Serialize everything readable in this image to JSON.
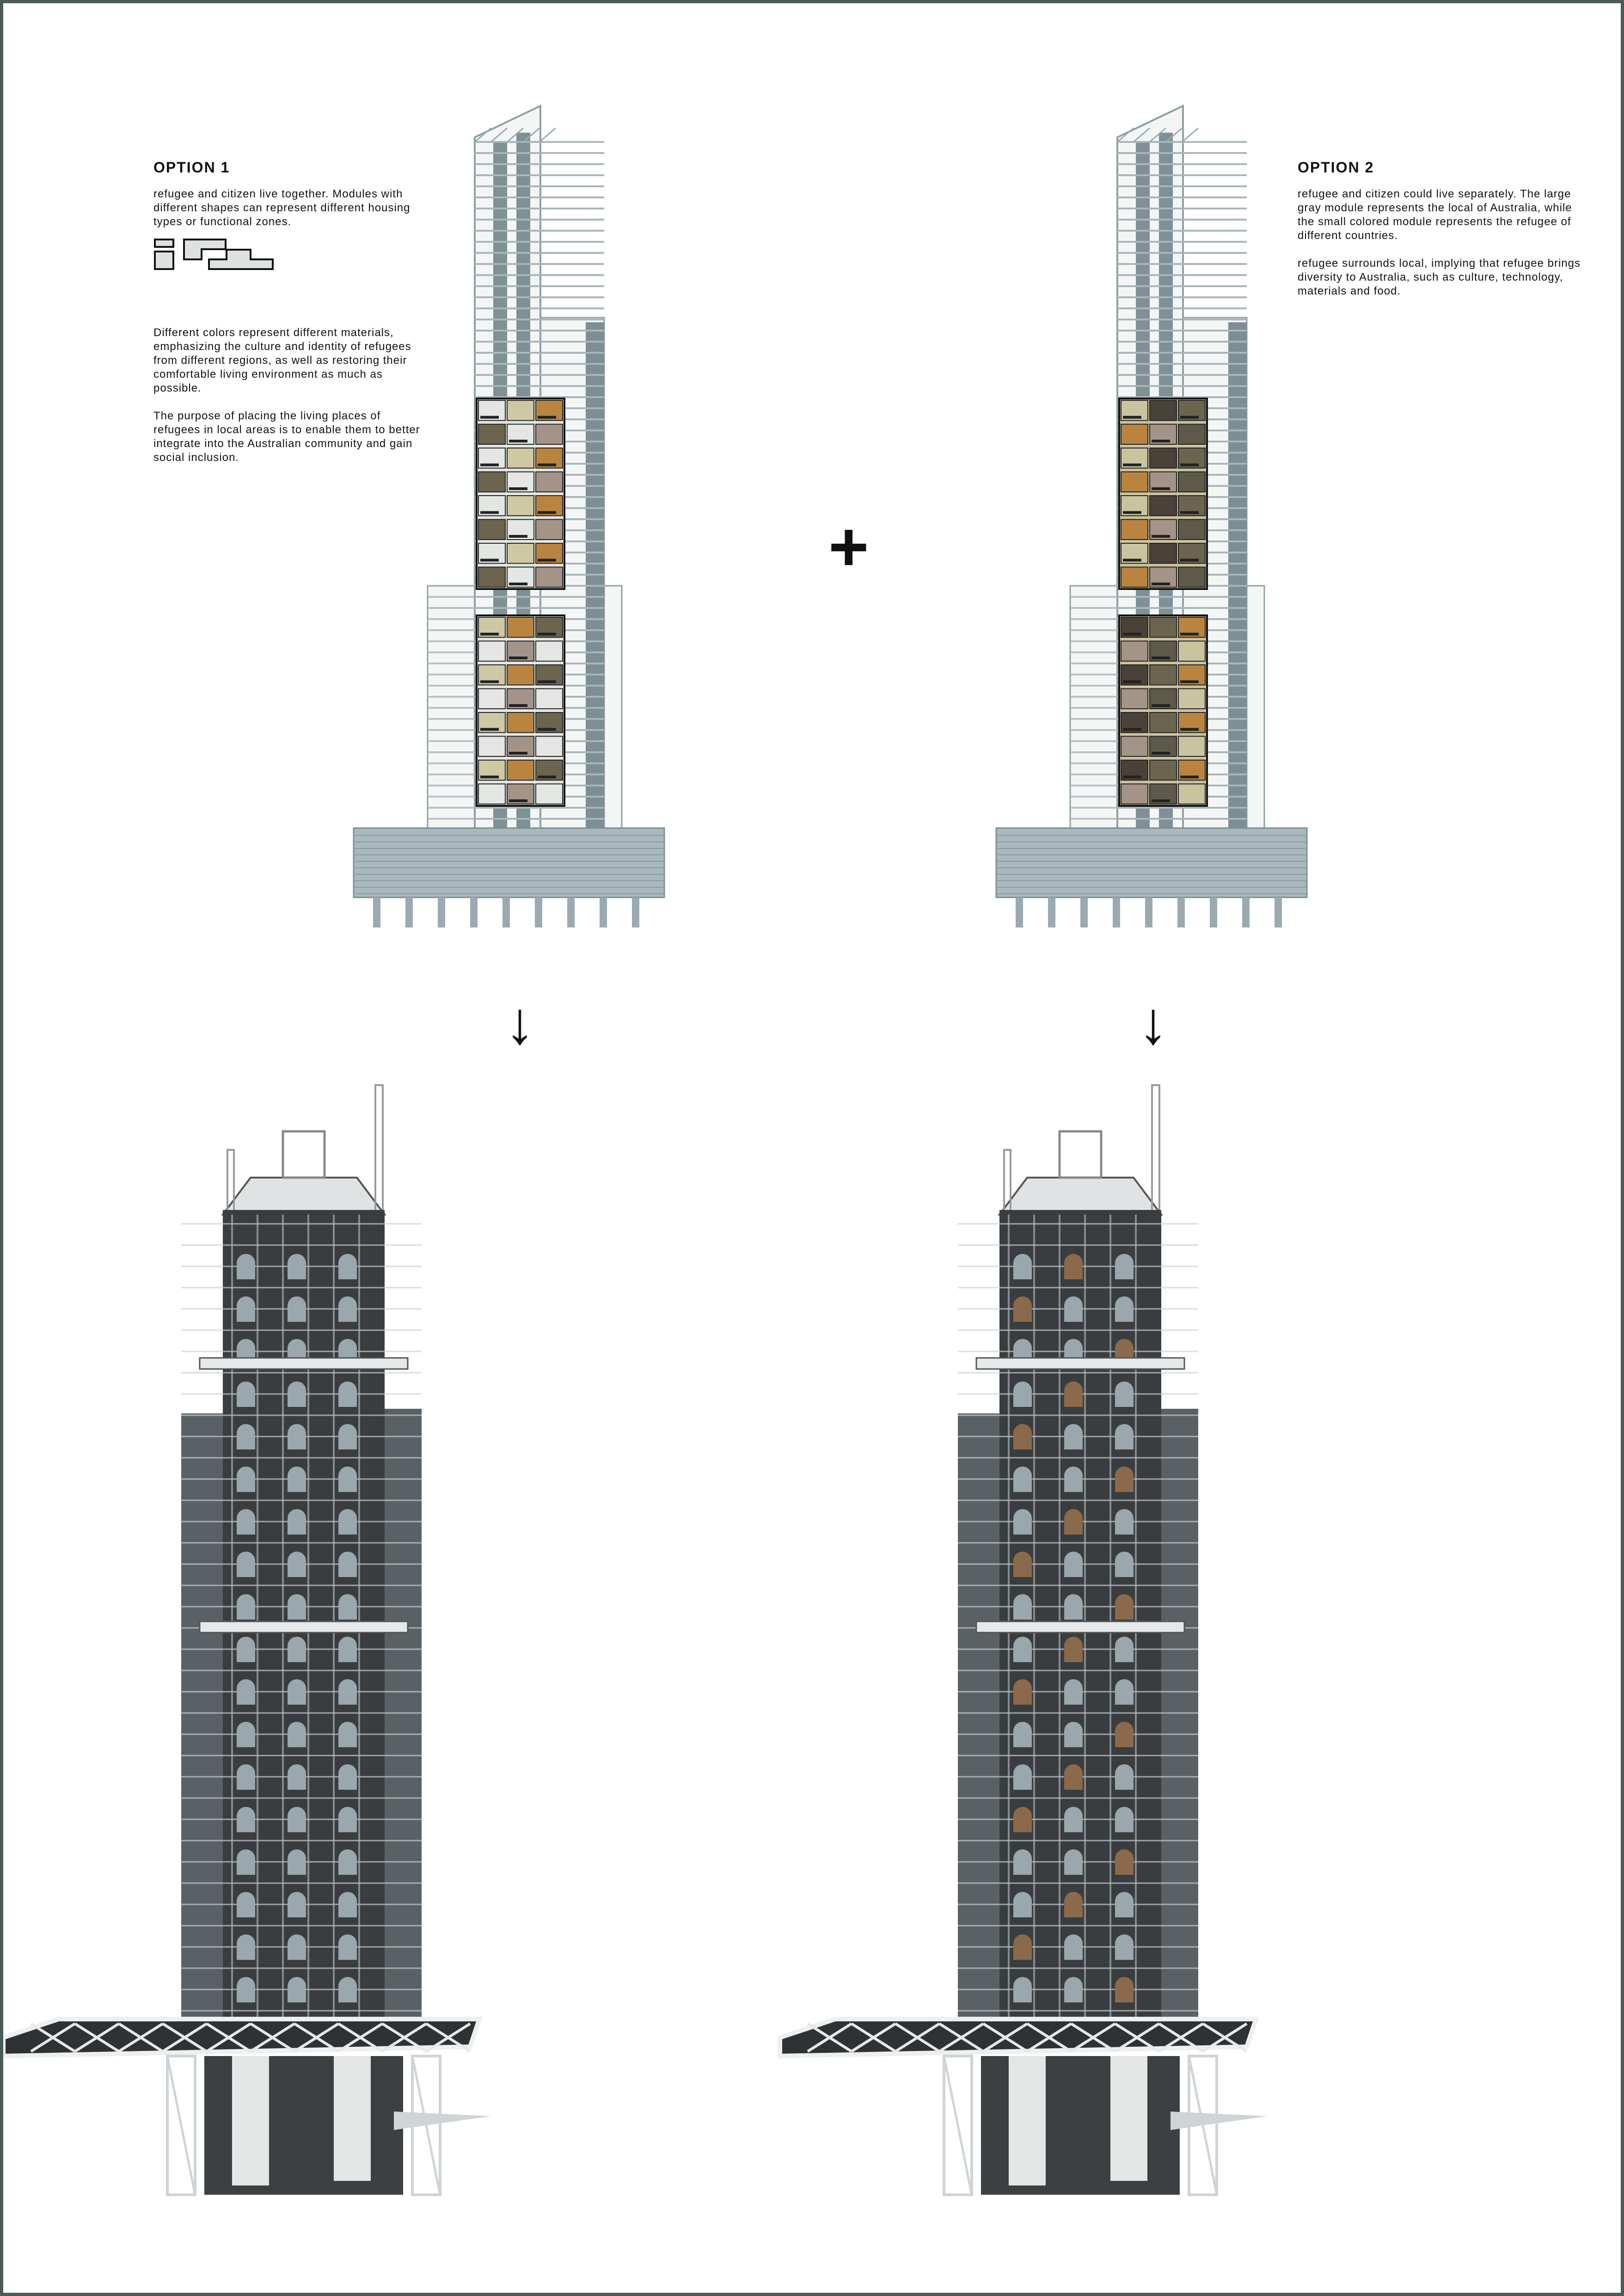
{
  "option1": {
    "title": "OPTION 1",
    "paragraphs": [
      "refugee and citizen live together. Modules with different shapes can represent different housing types or functional zones.",
      "Different colors represent different materials, emphasizing the culture and identity of refugees from different regions, as well as restoring their comfortable living environment as much as possible.",
      "The purpose of placing the living places of refugees in local areas is to enable them to better integrate into the Australian community and gain social inclusion."
    ]
  },
  "option2": {
    "title": "OPTION 2",
    "paragraphs": [
      "refugee and citizen could live separately. The large gray module represents the local of Australia, while the small colored module represents the refugee of different countries.",
      "refugee surrounds local, implying that refugee brings diversity to Australia, such as culture, technology, materials and food."
    ]
  },
  "symbols": {
    "plus": "+",
    "arrow": "↓"
  },
  "colors": {
    "border": "#4b5a56",
    "structure": "#8fa0a5",
    "option1_modules": [
      "#e3e6e3",
      "#cfc8a4",
      "#b9843f",
      "#6b6550",
      "#e3e6e3",
      "#a49387"
    ],
    "option2_modules": [
      "#c9c3a0",
      "#4a4239",
      "#6b6550",
      "#b9843f",
      "#a49387",
      "#5d5a4a"
    ],
    "render_dark": "#3a3d3f"
  }
}
